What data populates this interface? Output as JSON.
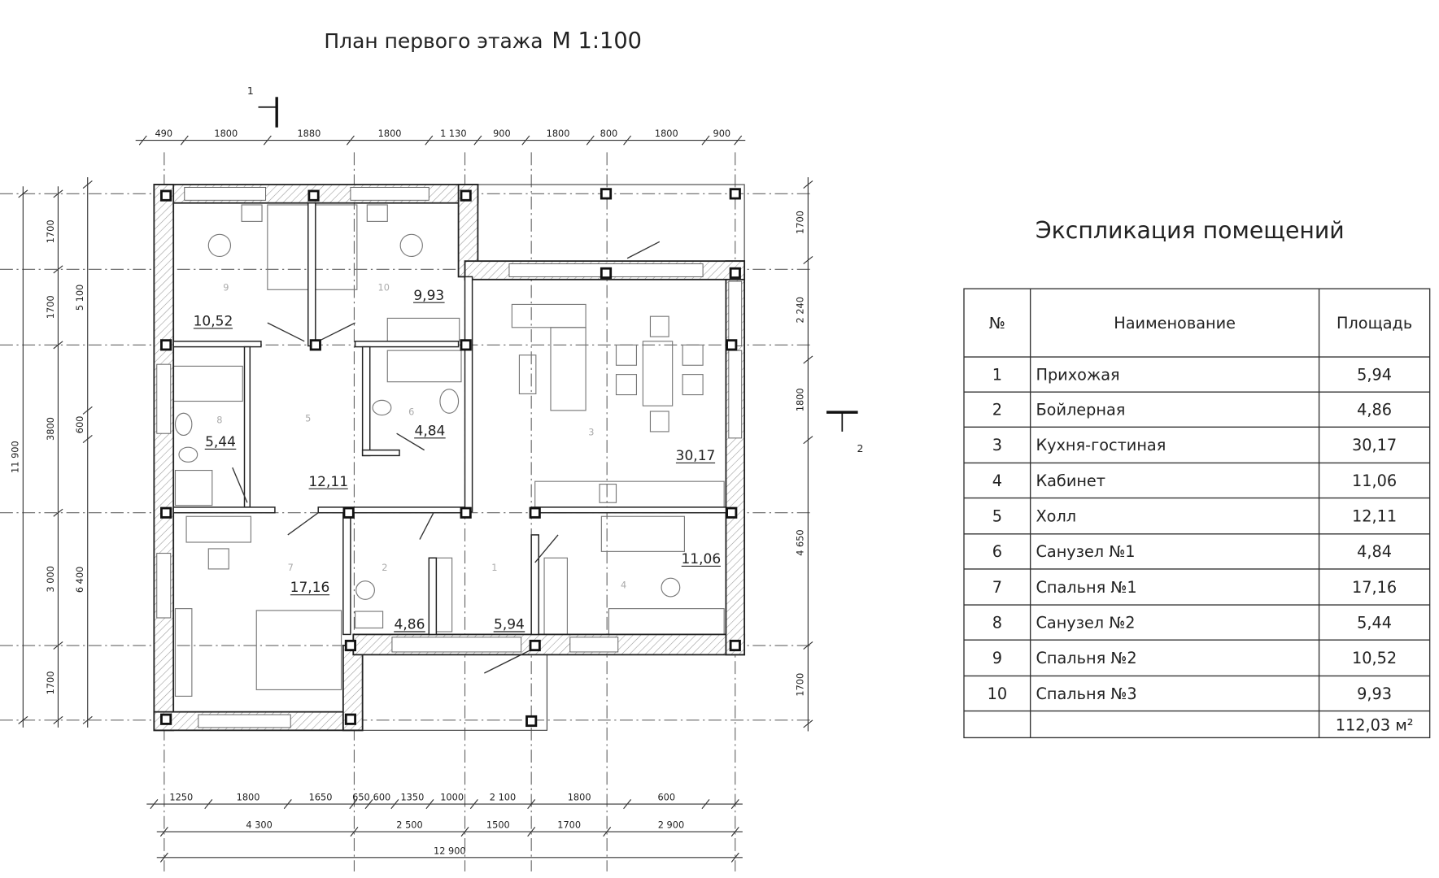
{
  "title": "План первого этажа",
  "scale": "М 1:100",
  "section_marks": [
    "1",
    "2"
  ],
  "dims": {
    "top": [
      "490",
      "1800",
      "1880",
      "1800",
      "1 130",
      "900",
      "1800",
      "800",
      "1800",
      "900"
    ],
    "bottom_row1": [
      "1250",
      "1800",
      "1650",
      "650",
      "600",
      "1350",
      "1000",
      "2 100",
      "1800",
      "600"
    ],
    "bottom_row2": [
      "4 300",
      "2 500",
      "1500",
      "1700",
      "2 900"
    ],
    "bottom_total": "12 900",
    "left_row1": [
      "1700",
      "1700",
      "3800",
      "3 000",
      "1700"
    ],
    "left_row2": [
      "5 100",
      "600",
      "6 400"
    ],
    "left_total": "11 900",
    "right": [
      "1700",
      "2 240",
      "1800",
      "4 650",
      "1700"
    ]
  },
  "rooms_on_plan": [
    {
      "no": "1",
      "area": "5,94"
    },
    {
      "no": "2",
      "area": "4,86"
    },
    {
      "no": "3",
      "area": "30,17"
    },
    {
      "no": "4",
      "area": "11,06"
    },
    {
      "no": "5",
      "area": "12,11"
    },
    {
      "no": "6",
      "area": "4,84"
    },
    {
      "no": "7",
      "area": "17,16"
    },
    {
      "no": "8",
      "area": "5,44"
    },
    {
      "no": "9",
      "area": "10,52"
    },
    {
      "no": "10",
      "area": "9,93"
    }
  ],
  "schedule": {
    "title": "Экспликация помещений",
    "headers": [
      "№",
      "Наименование",
      "Площадь"
    ],
    "rows": [
      [
        "1",
        "Прихожая",
        "5,94"
      ],
      [
        "2",
        "Бойлерная",
        "4,86"
      ],
      [
        "3",
        "Кухня-гостиная",
        "30,17"
      ],
      [
        "4",
        "Кабинет",
        "11,06"
      ],
      [
        "5",
        "Холл",
        "12,11"
      ],
      [
        "6",
        "Санузел №1",
        "4,84"
      ],
      [
        "7",
        "Спальня №1",
        "17,16"
      ],
      [
        "8",
        "Санузел №2",
        "5,44"
      ],
      [
        "9",
        "Спальня №2",
        "10,52"
      ],
      [
        "10",
        "Спальня №3",
        "9,93"
      ]
    ],
    "total": "112,03 м²"
  }
}
